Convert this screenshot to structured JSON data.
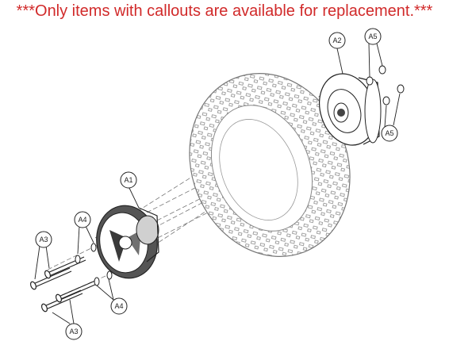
{
  "notice": "***Only items with callouts are available for replacement.***",
  "colors": {
    "notice": "#d12a2a",
    "line": "#222222",
    "tire": "#9a9a9a"
  },
  "callouts": {
    "a1": "A1",
    "a2": "A2",
    "a3_top": "A3",
    "a3_bottom": "A3",
    "a4_top": "A4",
    "a4_bottom": "A4",
    "a5_top": "A5",
    "a5_right": "A5"
  }
}
